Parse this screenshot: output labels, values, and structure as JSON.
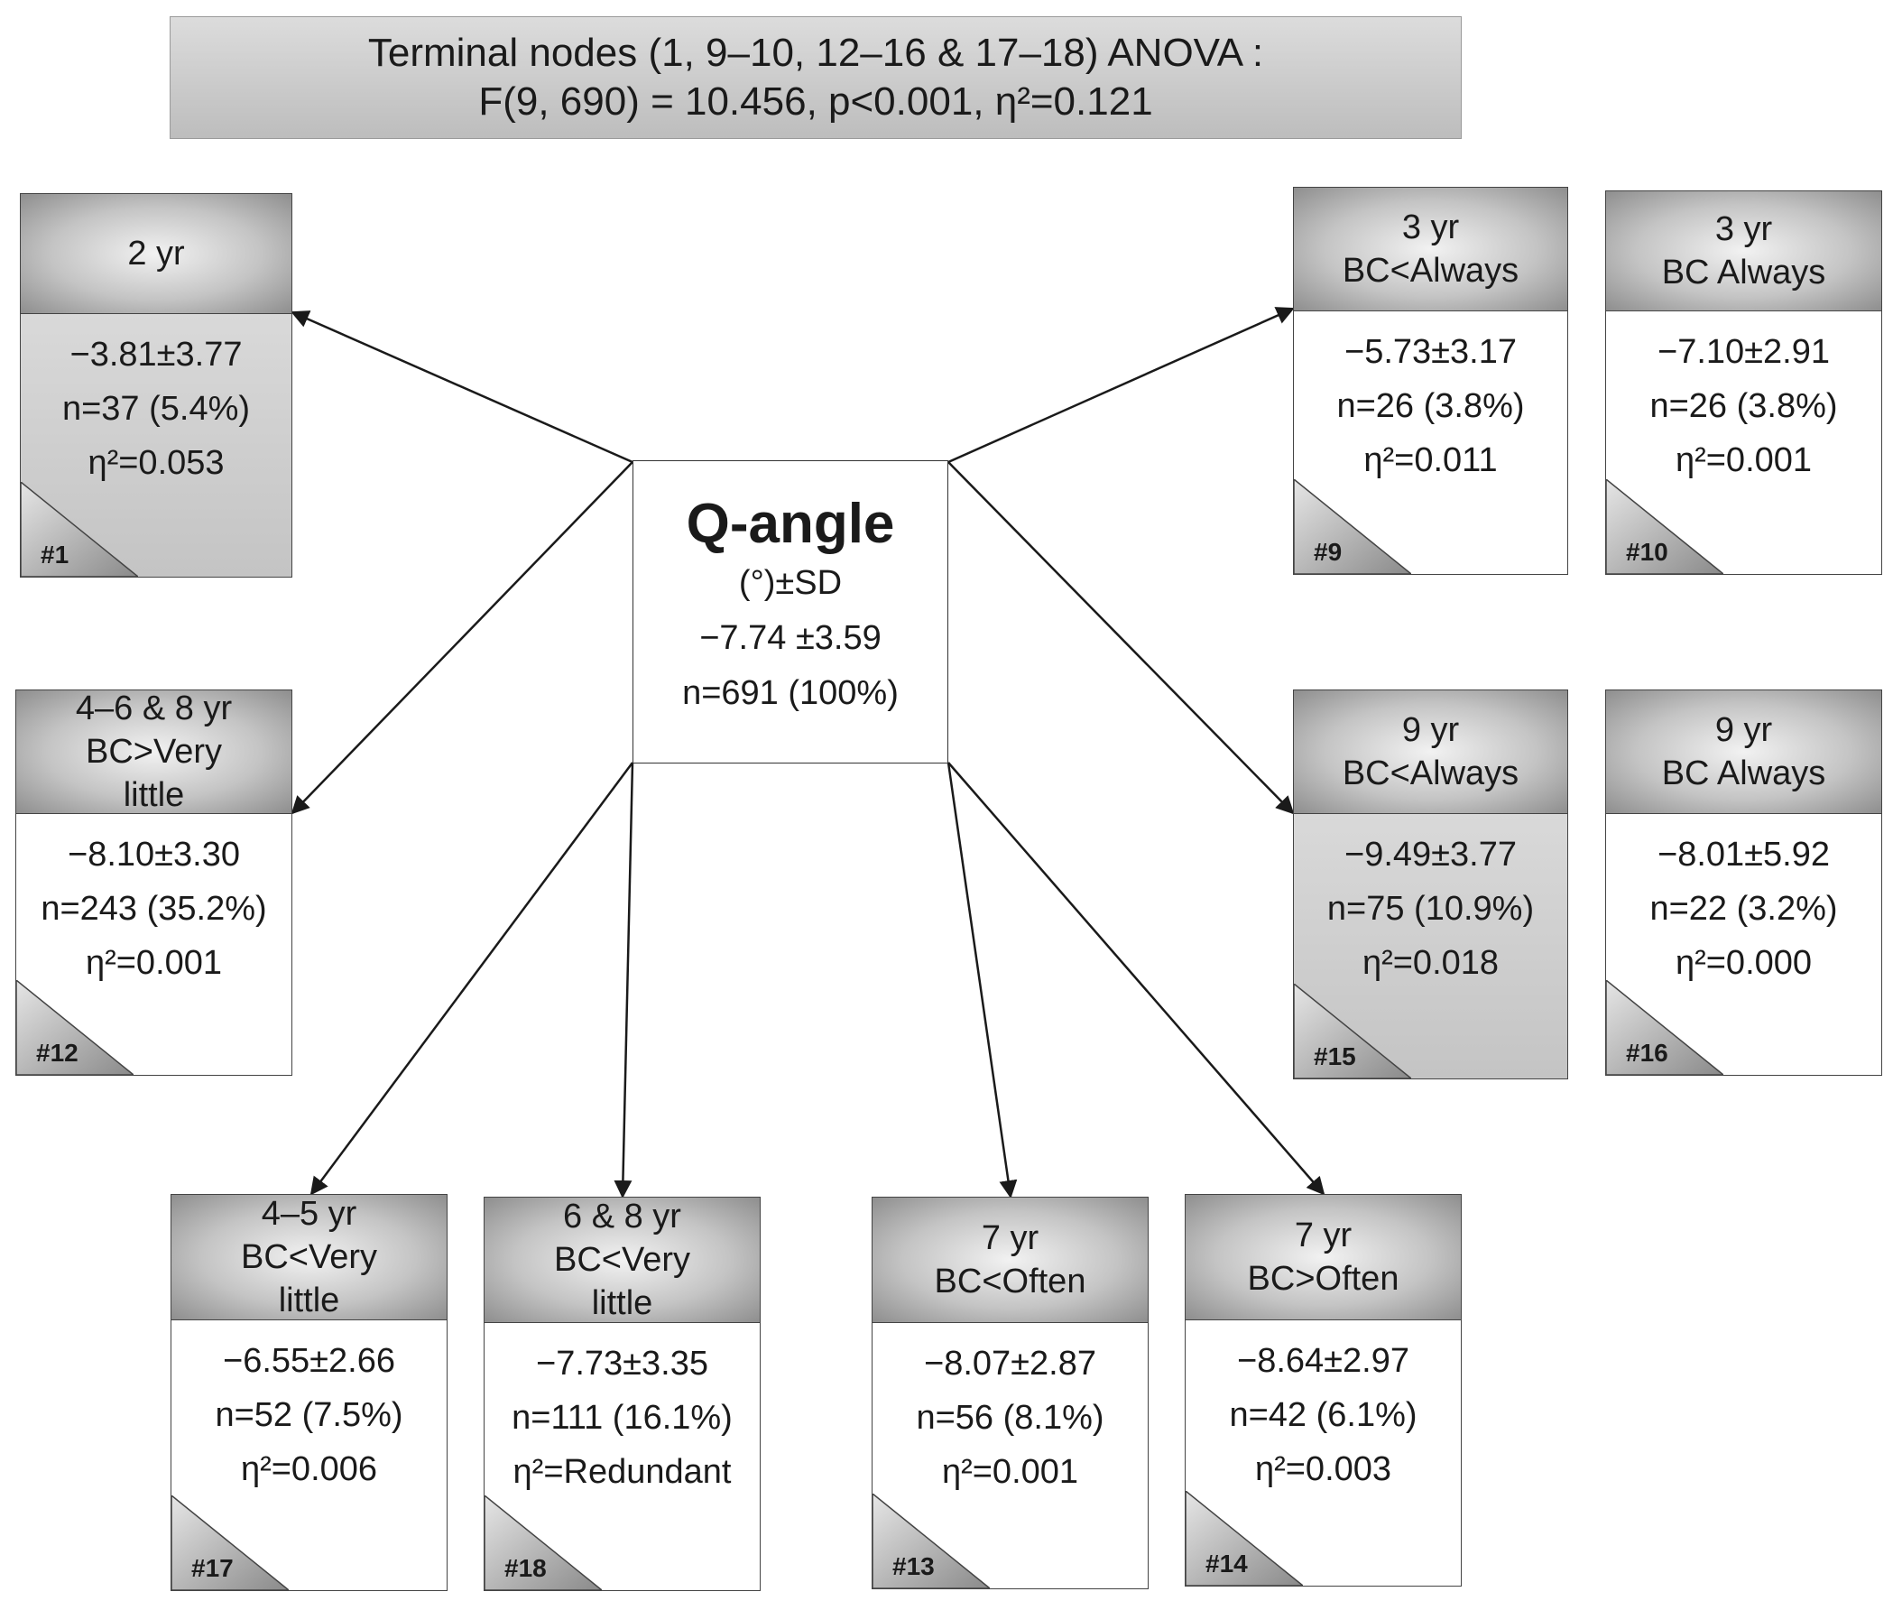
{
  "title": {
    "line1": "Terminal nodes (1, 9–10, 12–16 & 17–18) ANOVA :",
    "line2": "F(9, 690) = 10.456, p<0.001, η²=0.121"
  },
  "root": {
    "label": "Q-angle",
    "unit": "(°)±SD",
    "mean": "−7.74 ±3.59",
    "n": "n=691 (100%)"
  },
  "nodes": [
    {
      "id": "#1",
      "header": [
        "2 yr"
      ],
      "mean": "−3.81±3.77",
      "n": "n=37 (5.4%)",
      "eta": "η²=0.053",
      "shaded": true
    },
    {
      "id": "#12",
      "header": [
        "4–6 & 8 yr",
        "BC>Very",
        "little"
      ],
      "mean": "−8.10±3.30",
      "n": "n=243 (35.2%)",
      "eta": "η²=0.001",
      "shaded": false
    },
    {
      "id": "#17",
      "header": [
        "4–5 yr",
        "BC<Very",
        "little"
      ],
      "mean": "−6.55±2.66",
      "n": "n=52 (7.5%)",
      "eta": "η²=0.006",
      "shaded": false
    },
    {
      "id": "#18",
      "header": [
        "6 & 8 yr",
        "BC<Very",
        "little"
      ],
      "mean": "−7.73±3.35",
      "n": "n=111 (16.1%)",
      "eta": "η²=Redundant",
      "shaded": false
    },
    {
      "id": "#13",
      "header": [
        "7 yr",
        "BC<Often"
      ],
      "mean": "−8.07±2.87",
      "n": "n=56 (8.1%)",
      "eta": "η²=0.001",
      "shaded": false
    },
    {
      "id": "#14",
      "header": [
        "7 yr",
        "BC>Often"
      ],
      "mean": "−8.64±2.97",
      "n": "n=42 (6.1%)",
      "eta": "η²=0.003",
      "shaded": false
    },
    {
      "id": "#9",
      "header": [
        "3 yr",
        "BC<Always"
      ],
      "mean": "−5.73±3.17",
      "n": "n=26 (3.8%)",
      "eta": "η²=0.011",
      "shaded": false
    },
    {
      "id": "#10",
      "header": [
        "3 yr",
        "BC Always"
      ],
      "mean": "−7.10±2.91",
      "n": "n=26 (3.8%)",
      "eta": "η²=0.001",
      "shaded": false
    },
    {
      "id": "#15",
      "header": [
        "9 yr",
        "BC<Always"
      ],
      "mean": "−9.49±3.77",
      "n": "n=75 (10.9%)",
      "eta": "η²=0.018",
      "shaded": true
    },
    {
      "id": "#16",
      "header": [
        "9 yr",
        "BC Always"
      ],
      "mean": "−8.01±5.92",
      "n": "n=22 (3.2%)",
      "eta": "η²=0.000",
      "shaded": false
    }
  ],
  "colors": {
    "banner": "#cccccc",
    "header_edge": "#8e8e8e",
    "header_center": "#f2f2f2",
    "shaded_body": "#cfcfcf",
    "line": "#1a1a1a"
  }
}
